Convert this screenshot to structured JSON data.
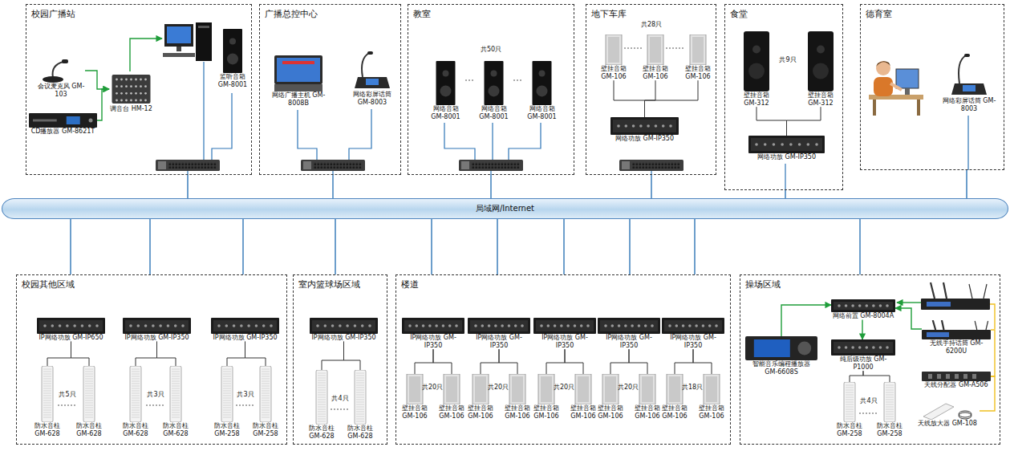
{
  "diagram": {
    "nodes": [
      {
        "text": [
          "校园广播站"
        ]
      },
      {
        "text": [
          "会议麦克风 GM-103"
        ],
        "in": 0
      },
      {
        "text": [
          "CD播放器 GM-8621T"
        ],
        "in": 0
      },
      {
        "text": [
          "调音台 HM-12"
        ],
        "in": 0
      },
      {
        "text": [
          "监听音箱 GM-8001"
        ],
        "in": 0
      },
      {
        "text": [
          "广播总控中心"
        ]
      },
      {
        "text": [
          "网络广播主机 GM-8008B"
        ],
        "in": 5
      },
      {
        "text": [
          "网络彩屏话筒 GM-8003"
        ],
        "in": 5
      },
      {
        "text": [
          "教室"
        ]
      },
      {
        "text": [
          "网络音箱 GM-8001"
        ],
        "in": 8
      },
      {
        "text": [
          "网络音箱 GM-8001"
        ],
        "in": 8
      },
      {
        "text": [
          "网络音箱 GM-8001"
        ],
        "in": 8
      },
      {
        "text": [
          "地下车库"
        ]
      },
      {
        "text": [
          "壁挂音箱 GM-106"
        ],
        "in": 12
      },
      {
        "text": [
          "壁挂音箱 GM-106"
        ],
        "in": 12
      },
      {
        "text": [
          "壁挂音箱 GM-106"
        ],
        "in": 12
      },
      {
        "text": [
          "网络功放 GM-IP350"
        ],
        "in": 12
      },
      {
        "text": [
          "食堂"
        ]
      },
      {
        "text": [
          "壁挂音箱 GM-312"
        ],
        "in": 17
      },
      {
        "text": [
          "壁挂音箱 GM-312"
        ],
        "in": 17
      },
      {
        "text": [
          "网络功放 GM-IP350"
        ],
        "in": 17
      },
      {
        "text": [
          "德育室"
        ]
      },
      {
        "text": [
          "网络彩屏话筒 GM-8003"
        ],
        "in": 21
      },
      {
        "text": [
          "局域网/Internet"
        ]
      },
      {
        "text": [
          "校园其他区域"
        ]
      },
      {
        "text": [
          "IP网络功放 GM-IP650"
        ],
        "in": 24
      },
      {
        "text": [
          "IP网络功放 GM-IP350"
        ],
        "in": 24
      },
      {
        "text": [
          "IP网络功放 GM-IP350"
        ],
        "in": 24
      },
      {
        "text": [
          "防水音柱 GM-628"
        ],
        "in": 24
      },
      {
        "text": [
          "防水音柱 GM-628"
        ],
        "in": 24
      },
      {
        "text": [
          "防水音柱 GM-628"
        ],
        "in": 24
      },
      {
        "text": [
          "防水音柱 GM-628"
        ],
        "in": 24
      },
      {
        "text": [
          "防水音柱 GM-258"
        ],
        "in": 24
      },
      {
        "text": [
          "防水音柱 GM-258"
        ],
        "in": 24
      },
      {
        "text": [
          "室内篮球场区域"
        ]
      },
      {
        "text": [
          "IP网络功放 GM-IP350"
        ],
        "in": 34
      },
      {
        "text": [
          "防水音柱 GM-628"
        ],
        "in": 34
      },
      {
        "text": [
          "防水音柱 GM-628"
        ],
        "in": 34
      },
      {
        "text": [
          "楼道"
        ]
      },
      {
        "text": [
          "IP网络功放 GM-IP350"
        ],
        "in": 38
      },
      {
        "text": [
          "IP网络功放 GM-IP350"
        ],
        "in": 38
      },
      {
        "text": [
          "IP网络功放 GM-IP350"
        ],
        "in": 38
      },
      {
        "text": [
          "IP网络功放 GM-IP350"
        ],
        "in": 38
      },
      {
        "text": [
          "IP网络功放 GM-IP350"
        ],
        "in": 38
      },
      {
        "text": [
          "壁挂音箱 GM-106"
        ],
        "in": 38
      },
      {
        "text": [
          "壁挂音箱 GM-106"
        ],
        "in": 38
      },
      {
        "text": [
          "壁挂音箱 GM-106"
        ],
        "in": 38
      },
      {
        "text": [
          "壁挂音箱 GM-106"
        ],
        "in": 38
      },
      {
        "text": [
          "壁挂音箱 GM-106"
        ],
        "in": 38
      },
      {
        "text": [
          "壁挂音箱 GM-106"
        ],
        "in": 38
      },
      {
        "text": [
          "壁挂音箱 GM-106"
        ],
        "in": 38
      },
      {
        "text": [
          "壁挂音箱 GM-106"
        ],
        "in": 38
      },
      {
        "text": [
          "壁挂音箱 GM-106"
        ],
        "in": 38
      },
      {
        "text": [
          "壁挂音箱 GM-106"
        ],
        "in": 38
      },
      {
        "text": [
          "操场区域"
        ]
      },
      {
        "text": [
          "网络前置 GM-8004A"
        ],
        "in": 54
      },
      {
        "text": [
          "纯后级功放 GM-P1000"
        ],
        "in": 54
      },
      {
        "text": [
          "智能音乐编程播放器 GM-6608S"
        ],
        "in": 54
      },
      {
        "text": [
          "无线手持话筒 GM-6200U"
        ],
        "in": 54
      },
      {
        "text": [
          "天线分配器 GM-A506"
        ],
        "in": 54
      },
      {
        "text": [
          "天线放大器 GM-108"
        ],
        "in": 54
      },
      {
        "text": [
          "防水音柱 GM-258"
        ],
        "in": 54
      },
      {
        "text": [
          "防水音柱 GM-258"
        ],
        "in": 54
      }
    ],
    "edges": [
      {
        "from": 1,
        "to": 3,
        "arrow": "to"
      },
      {
        "from": 2,
        "to": 3,
        "arrow": "to"
      },
      {
        "from": 0,
        "to": 23,
        "arrow": "none"
      },
      {
        "from": 5,
        "to": 23,
        "arrow": "none"
      },
      {
        "from": 8,
        "to": 23,
        "arrow": "none"
      },
      {
        "from": 12,
        "to": 23,
        "arrow": "none"
      },
      {
        "from": 17,
        "to": 23,
        "arrow": "none"
      },
      {
        "from": 21,
        "to": 23,
        "arrow": "none"
      },
      {
        "from": 16,
        "to": 13,
        "arrow": "none"
      },
      {
        "from": 16,
        "to": 14,
        "arrow": "none"
      },
      {
        "from": 16,
        "to": 15,
        "arrow": "none"
      },
      {
        "from": 20,
        "to": 18,
        "arrow": "none"
      },
      {
        "from": 20,
        "to": 19,
        "arrow": "none"
      },
      {
        "from": 23,
        "to": 24,
        "arrow": "none"
      },
      {
        "from": 23,
        "to": 24,
        "arrow": "none"
      },
      {
        "from": 23,
        "to": 24,
        "arrow": "none"
      },
      {
        "from": 23,
        "to": 34,
        "arrow": "none"
      },
      {
        "from": 23,
        "to": 38,
        "arrow": "none"
      },
      {
        "from": 23,
        "to": 38,
        "arrow": "none"
      },
      {
        "from": 23,
        "to": 38,
        "arrow": "none"
      },
      {
        "from": 23,
        "to": 38,
        "arrow": "none"
      },
      {
        "from": 23,
        "to": 38,
        "arrow": "none"
      },
      {
        "from": 23,
        "to": 54,
        "arrow": "none"
      },
      {
        "from": 25,
        "to": 28,
        "arrow": "none"
      },
      {
        "from": 25,
        "to": 29,
        "arrow": "none"
      },
      {
        "from": 26,
        "to": 30,
        "arrow": "none"
      },
      {
        "from": 26,
        "to": 31,
        "arrow": "none"
      },
      {
        "from": 27,
        "to": 32,
        "arrow": "none"
      },
      {
        "from": 27,
        "to": 33,
        "arrow": "none"
      },
      {
        "from": 35,
        "to": 36,
        "arrow": "none"
      },
      {
        "from": 35,
        "to": 37,
        "arrow": "none"
      },
      {
        "from": 39,
        "to": 44,
        "arrow": "none"
      },
      {
        "from": 39,
        "to": 45,
        "arrow": "none"
      },
      {
        "from": 40,
        "to": 46,
        "arrow": "none"
      },
      {
        "from": 40,
        "to": 47,
        "arrow": "none"
      },
      {
        "from": 41,
        "to": 48,
        "arrow": "none"
      },
      {
        "from": 41,
        "to": 49,
        "arrow": "none"
      },
      {
        "from": 42,
        "to": 50,
        "arrow": "none"
      },
      {
        "from": 42,
        "to": 51,
        "arrow": "none"
      },
      {
        "from": 43,
        "to": 52,
        "arrow": "none"
      },
      {
        "from": 43,
        "to": 53,
        "arrow": "none"
      },
      {
        "from": 57,
        "to": 55,
        "arrow": "to"
      },
      {
        "from": 58,
        "to": 55,
        "arrow": "to"
      },
      {
        "from": 55,
        "to": 56,
        "arrow": "to"
      },
      {
        "from": 56,
        "to": 61,
        "arrow": "none"
      },
      {
        "from": 56,
        "to": 62,
        "arrow": "none"
      },
      {
        "from": 58,
        "to": 59,
        "arrow": "none"
      },
      {
        "from": 59,
        "to": 60,
        "arrow": "none"
      }
    ],
    "labels": [
      "共50只",
      "共28只",
      "共9只",
      "共5只",
      "共3只",
      "共3只",
      "共4只",
      "共20只",
      "共20只",
      "共20只",
      "共20只",
      "共18只",
      "共4只"
    ]
  }
}
